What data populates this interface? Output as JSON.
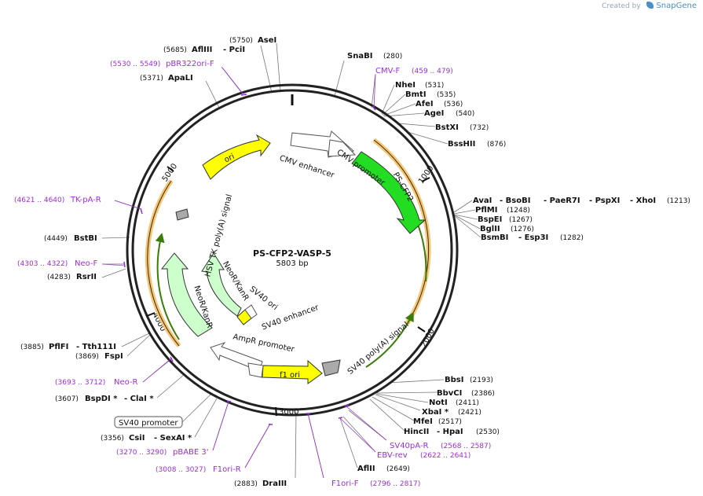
{
  "branding": {
    "created_by": "Created by",
    "app": "SnapGene"
  },
  "plasmid": {
    "name": "PS-CFP2-VASP-5",
    "size": "5803 bp",
    "length": 5803
  },
  "ticks": [
    "1000",
    "2000",
    "3000",
    "4000",
    "5000"
  ],
  "features": {
    "cmv_enhancer": "CMV enhancer",
    "cmv_promoter": "CMV promoter",
    "ps_cfp2": "PS-CFP2",
    "sv40_polya": "SV40 poly(A) signal",
    "f1_ori": "f1 ori",
    "ampr_promoter": "AmpR promoter",
    "sv40_ori": "SV40 ori",
    "sv40_enhancer": "SV40 enhancer",
    "neor_inner": "NeoR/KanR",
    "neor_outer": "NeoR/KanR",
    "hsv_tk_polya": "HSV TK poly(A) signal",
    "ori": "ori",
    "sv40_promoter_box": "SV40 promoter"
  },
  "colors": {
    "ps_cfp2": "#22dd22",
    "ori": "#ffff00",
    "f1_ori": "#ffff00",
    "neor": "#ccffcc",
    "promoter": "#ffffff",
    "polya": "#aaaaaa",
    "orf_band": "#f6c678",
    "orf_arrow": "#3a7d0a",
    "primer": "#9b2fd8"
  },
  "labels": {
    "aflIII": {
      "pos": "(5685)",
      "name1": "AflIII",
      "name2": "- PciI"
    },
    "aseI": {
      "pos": "(5750)",
      "name1": "AseI"
    },
    "snaBI": {
      "name1": "SnaBI",
      "pos": "(280)"
    },
    "pbr322": {
      "range": "(5530 .. 5549)",
      "name": "pBR322ori-F"
    },
    "cmvF": {
      "name": "CMV-F",
      "range": "(459 .. 479)"
    },
    "apaLI": {
      "pos": "(5371)",
      "name1": "ApaLI"
    },
    "nheI": {
      "name1": "NheI",
      "pos": "(531)"
    },
    "bmtI": {
      "name1": "BmtI",
      "pos": "(535)"
    },
    "afeI": {
      "name1": "AfeI",
      "pos": "(536)"
    },
    "ageI": {
      "name1": "AgeI",
      "pos": "(540)"
    },
    "bstXI": {
      "name1": "BstXI",
      "pos": "(732)"
    },
    "bssHII": {
      "name1": "BssHII",
      "pos": "(876)"
    },
    "avaI": {
      "name1": "AvaI",
      "name2": "- BsoBI",
      "name3": "- PaeR7I",
      "name4": "- PspXI",
      "name5": "- XhoI",
      "pos": "(1213)"
    },
    "pflMI": {
      "name1": "PflMI",
      "pos": "(1248)"
    },
    "bspEI": {
      "name1": "BspEI",
      "pos": "(1267)"
    },
    "bglII": {
      "name1": "BglII",
      "pos": "(1276)"
    },
    "bsmBI": {
      "name1": "BsmBI",
      "name2": "- Esp3I",
      "pos": "(1282)"
    },
    "tkpaR": {
      "range": "(4621 .. 4640)",
      "name": "TK-pA-R"
    },
    "bstBI": {
      "pos": "(4449)",
      "name1": "BstBI"
    },
    "neoF": {
      "range": "(4303 .. 4322)",
      "name": "Neo-F"
    },
    "rsrII": {
      "pos": "(4283)",
      "name1": "RsrII"
    },
    "pflFI": {
      "pos": "(3885)",
      "name1": "PflFI",
      "name2": "- Tth111I"
    },
    "fspI": {
      "pos": "(3869)",
      "name1": "FspI"
    },
    "neoR": {
      "range": "(3693 .. 3712)",
      "name": "Neo-R"
    },
    "bspDI": {
      "pos": "(3607)",
      "name1": "BspDI *",
      "name2": "- ClaI *"
    },
    "csiI": {
      "pos": "(3356)",
      "name1": "CsiI",
      "name2": "- SexAI *"
    },
    "pbabe3": {
      "range": "(3270 .. 3290)",
      "name": "pBABE 3'"
    },
    "f1oriR": {
      "range": "(3008 .. 3027)",
      "name": "F1ori-R"
    },
    "draIII": {
      "pos": "(2883)",
      "name1": "DraIII"
    },
    "f1oriF": {
      "name": "F1ori-F",
      "range": "(2796 .. 2817)"
    },
    "aflII": {
      "name1": "AflII",
      "pos": "(2649)"
    },
    "ebvRev": {
      "name": "EBV-rev",
      "range": "(2622 .. 2641)"
    },
    "sv40paR": {
      "name": "SV40pA-R",
      "range": "(2568 .. 2587)"
    },
    "hincII": {
      "name1": "HincII",
      "name2": "- HpaI",
      "pos": "(2530)"
    },
    "mfeI": {
      "name1": "MfeI",
      "pos": "(2517)"
    },
    "xbaI": {
      "name1": "XbaI *",
      "pos": "(2421)"
    },
    "notI": {
      "name1": "NotI",
      "pos": "(2411)"
    },
    "bbvCI": {
      "name1": "BbvCI",
      "pos": "(2386)"
    },
    "bbsI": {
      "name1": "BbsI",
      "pos": "(2193)"
    }
  }
}
